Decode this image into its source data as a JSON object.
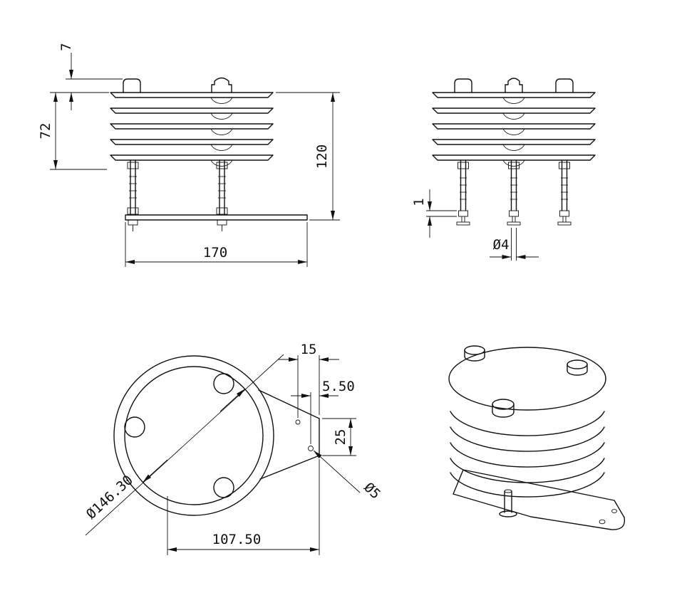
{
  "drawing": {
    "front_view": {
      "cap_height": "7",
      "louver_stack_height": "72",
      "total_height": "120",
      "base_width": "170"
    },
    "side_view": {
      "washer_thickness": "1",
      "rod_diameter": "Ø4"
    },
    "bottom_view": {
      "hole_edge_offset": "15",
      "hole_inset": "5.50",
      "hole_spacing": "25",
      "bolt_circle_diameter": "Ø146.30",
      "hole_diameter": "Ø5",
      "plate_extension": "107.50"
    }
  },
  "colors": {
    "line": "#111111",
    "background": "#ffffff"
  }
}
